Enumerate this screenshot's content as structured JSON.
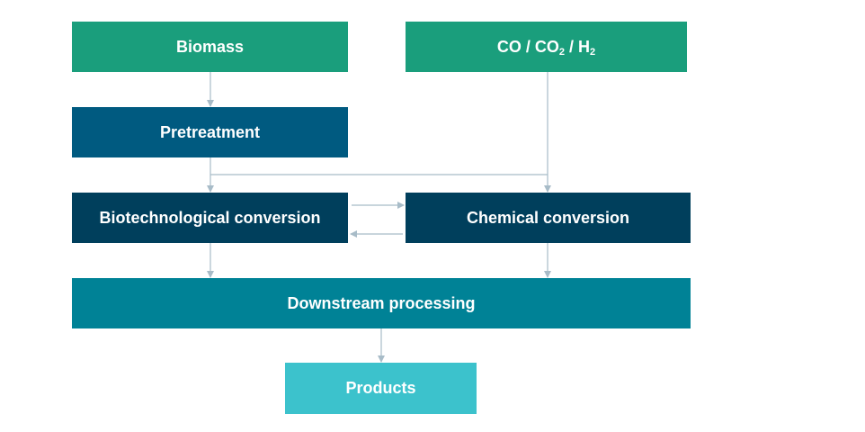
{
  "nodes": {
    "biomass": {
      "label": "Biomass",
      "color": "#1a9e7c"
    },
    "gases": {
      "label_co": "CO / CO",
      "sub_2": "2",
      "label_h": " / H",
      "sub_h": "2",
      "color": "#1a9e7c"
    },
    "pretreatment": {
      "label": "Pretreatment",
      "color": "#005a80"
    },
    "biotech": {
      "label": "Biotechnological conversion",
      "color": "#003f5c"
    },
    "chemical": {
      "label": "Chemical conversion",
      "color": "#003f5c"
    },
    "downstream": {
      "label": "Downstream processing",
      "color": "#008296"
    },
    "products": {
      "label": "Products",
      "color": "#3cc2cc"
    }
  },
  "connector_color": "#a8bcc8"
}
